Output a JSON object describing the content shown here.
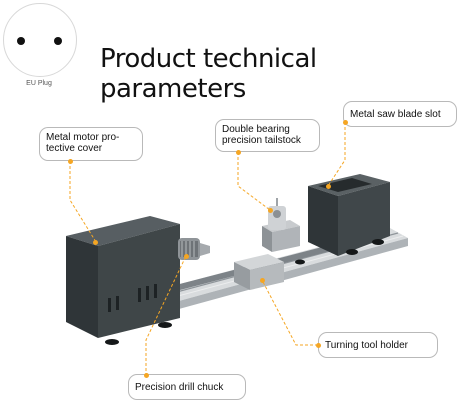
{
  "plug": {
    "label": "EU Plug"
  },
  "title": "Product technical parameters",
  "callouts": {
    "motor_cover": {
      "line1": "Metal motor pro-",
      "line2": "tective cover"
    },
    "tailstock": {
      "line1": "Double bearing",
      "line2": "precision tailstock"
    },
    "saw_slot": {
      "text": "Metal saw blade slot"
    },
    "tool_holder": {
      "text": "Turning tool holder"
    },
    "drill_chuck": {
      "text": "Precision drill chuck"
    }
  },
  "colors": {
    "leader": "#f5a623",
    "machine_body": "#3f4648",
    "rail": "#c5c8cb"
  }
}
